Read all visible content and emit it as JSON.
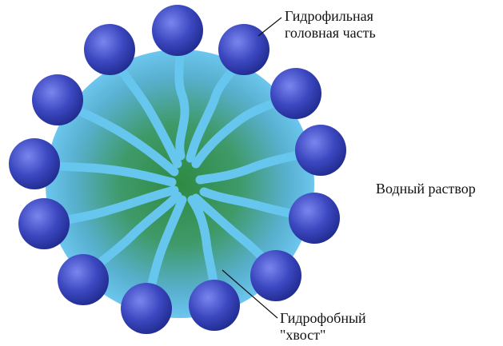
{
  "labels": {
    "head": {
      "line1": "Гидрофильная",
      "line2": "головная часть"
    },
    "solution": "Водный раствор",
    "tail": {
      "line1": "Гидрофобный",
      "line2": "\"хвост\""
    }
  },
  "colors": {
    "core_center": "#2e8a42",
    "core_edge": "#62bde8",
    "tail": "#66c6ee",
    "head_light": "#6e78e6",
    "head_dark": "#1f2a8e",
    "leader_line": "#111111"
  }
}
